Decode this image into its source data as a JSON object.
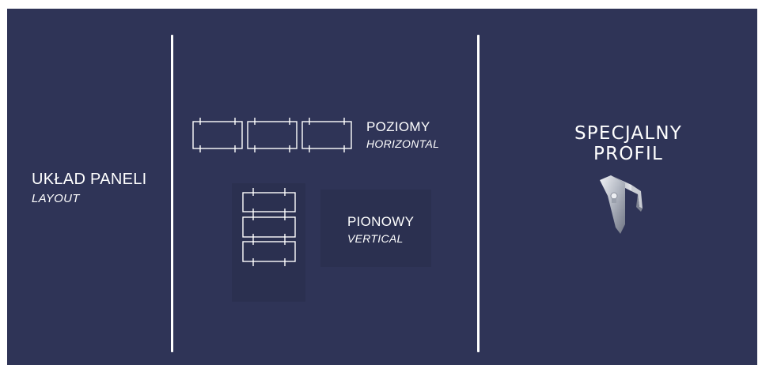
{
  "layout_section": {
    "title": "UKŁAD PANELI",
    "subtitle": "LAYOUT"
  },
  "horizontal_option": {
    "title": "POZIOMY",
    "subtitle": "HORIZONTAL",
    "panel_count": 3
  },
  "vertical_option": {
    "title": "PIONOWY",
    "subtitle": "VERTICAL",
    "panel_count": 3
  },
  "profile_section": {
    "title_line1": "SPECJALNY",
    "title_line2": "PROFIL",
    "image": "aluminium-profile-icon"
  },
  "colors": {
    "background": "#2f3457",
    "foreground": "#ffffff"
  }
}
